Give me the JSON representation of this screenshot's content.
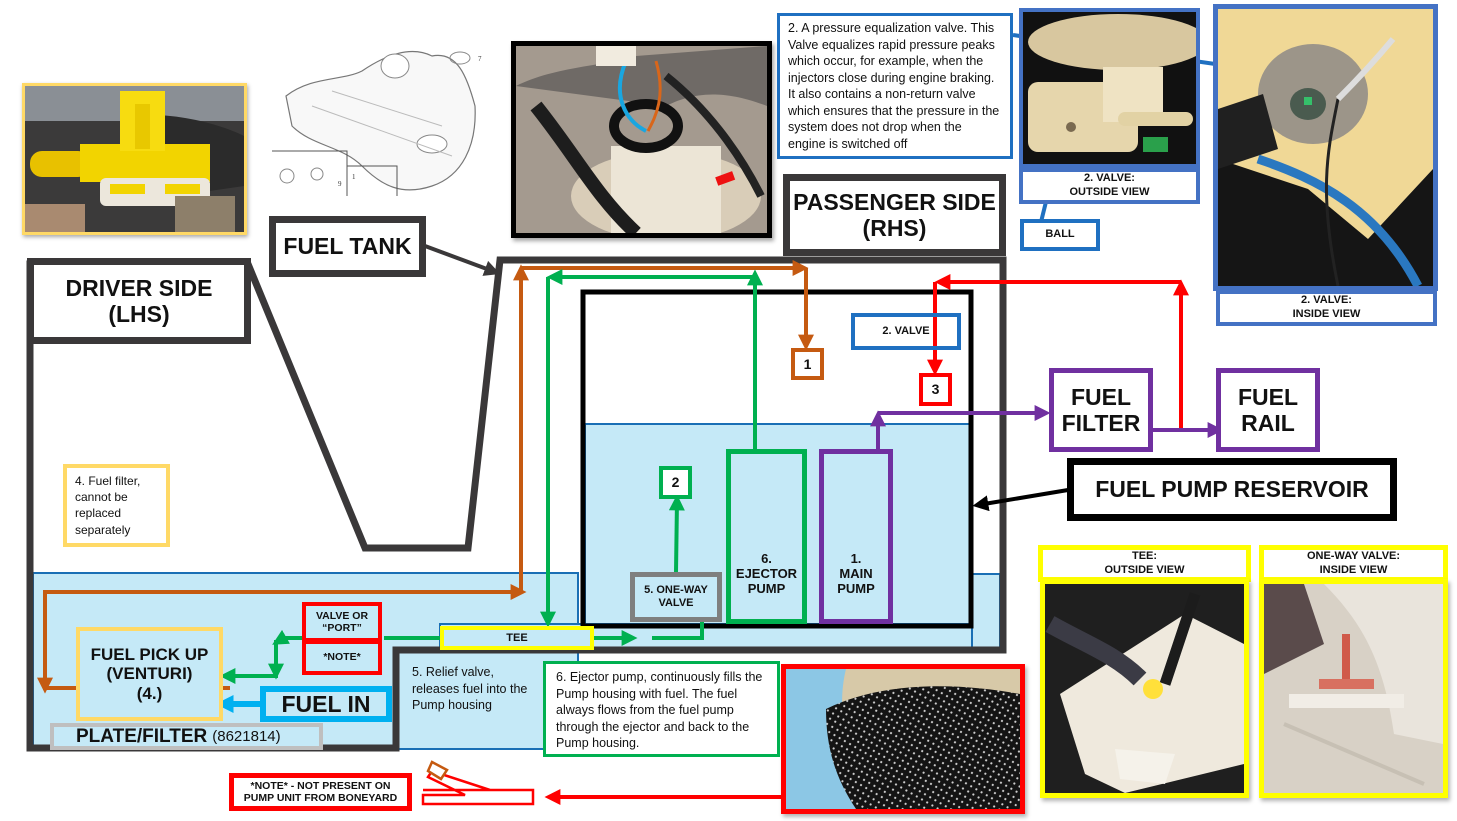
{
  "diagram": {
    "title_labels": {
      "fuel_tank": "FUEL TANK",
      "driver_side": [
        "DRIVER SIDE",
        "(LHS)"
      ],
      "passenger_side": [
        "PASSENGER SIDE",
        "(RHS)"
      ],
      "fuel_pump_reservoir": "FUEL PUMP RESERVOIR"
    },
    "components": {
      "fuel_filter": [
        "FUEL",
        "FILTER"
      ],
      "fuel_rail": [
        "FUEL",
        "RAIL"
      ],
      "valve_2": "2. VALVE",
      "marker_1": "1",
      "marker_2": "2",
      "marker_3": "3",
      "ejector_pump": [
        "6.",
        "EJECTOR",
        "PUMP"
      ],
      "main_pump": [
        "1.",
        "MAIN",
        "PUMP"
      ],
      "one_way_valve": [
        "5. ONE-WAY",
        "VALVE"
      ],
      "tee": "TEE",
      "valve_or_port": [
        "VALVE OR",
        "“PORT”"
      ],
      "note_tag": "*NOTE*",
      "fuel_pick_up": [
        "FUEL PICK UP",
        "(VENTURI)",
        "(4.)"
      ],
      "fuel_in": "FUEL IN",
      "plate_filter": "PLATE/FILTER",
      "plate_filter_part": "(8621814)"
    },
    "notes": {
      "pressure_valve": "2. A pressure equalization valve. This Valve equalizes rapid pressure peaks which occur, for example, when the injectors close during engine braking. It also contains a non-return valve which ensures that the pressure in the system does not drop when the engine is switched off",
      "fuel_filter_note": "4. Fuel filter, cannot be replaced separately",
      "relief_valve": "5. Relief valve, releases fuel into the Pump housing",
      "ejector_note": "6. Ejector pump, continuously fills the Pump housing with fuel. The fuel always flows from the fuel pump through the ejector and back to the Pump housing.",
      "boneyard_note": [
        "*NOTE* - NOT PRESENT ON",
        "PUMP UNIT FROM BONEYARD"
      ]
    },
    "photo_captions": {
      "valve_outside": [
        "2. VALVE:",
        "OUTSIDE VIEW"
      ],
      "ball": "BALL",
      "valve_inside": [
        "2. VALVE:",
        "INSIDE VIEW"
      ],
      "tee_outside": [
        "TEE:",
        "OUTSIDE VIEW"
      ],
      "one_way_inside": [
        "ONE-WAY VALVE:",
        "INSIDE VIEW"
      ]
    },
    "photos": [
      "yellow-fuel-pickup-connector-photo",
      "fuel-tank-parts-drawing",
      "fuel-pump-in-tank-photo",
      "valve-outside-photo",
      "valve-inside-photo",
      "tee-outside-photo",
      "one-way-valve-inside-photo",
      "mesh-filter-sock-photo"
    ],
    "colors": {
      "tank_outline": "#3a3839",
      "reservoir_fill": "#c5e9f7",
      "reservoir_edge": "#1a6fb5",
      "return_line": "#c55a11",
      "ejector_line": "#00b050",
      "pressure_line": "#ff0000",
      "main_feed_line": "#7030a0",
      "valve_blue": "#1f70c1",
      "photo_frame_blue": "#4472c4",
      "highlight_yellow": "#ffff00",
      "filter_gold": "#ffd966",
      "fuel_in_blue": "#00b0f0",
      "plate_gray": "#bfbfbf",
      "one_way_gray": "#7f7f7f"
    }
  }
}
